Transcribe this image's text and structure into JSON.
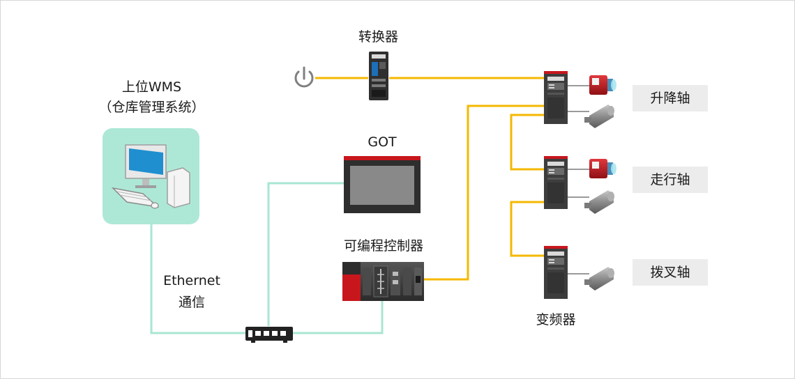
{
  "labels": {
    "converter": "转换器",
    "wms_line1": "上位WMS",
    "wms_line2": "（仓库管理系统）",
    "got": "GOT",
    "plc": "可编程控制器",
    "ethernet_line1": "Ethernet",
    "ethernet_line2": "通信",
    "inverter": "变频器"
  },
  "axes": [
    {
      "label": "升降轴"
    },
    {
      "label": "走行轴"
    },
    {
      "label": "拨叉轴"
    }
  ],
  "colors": {
    "ethernet_line": "#a8e6d4",
    "serial_line": "#f5b800",
    "pc_panel": "#ade8d6",
    "device_dark": "#3d3d3d",
    "device_red": "#c8161d"
  },
  "icons": [
    "power-icon",
    "converter-icon",
    "computer-icon",
    "got-panel-icon",
    "plc-icon",
    "network-switch-icon",
    "inverter-icon",
    "motor-icon",
    "encoder-motor-icon"
  ]
}
